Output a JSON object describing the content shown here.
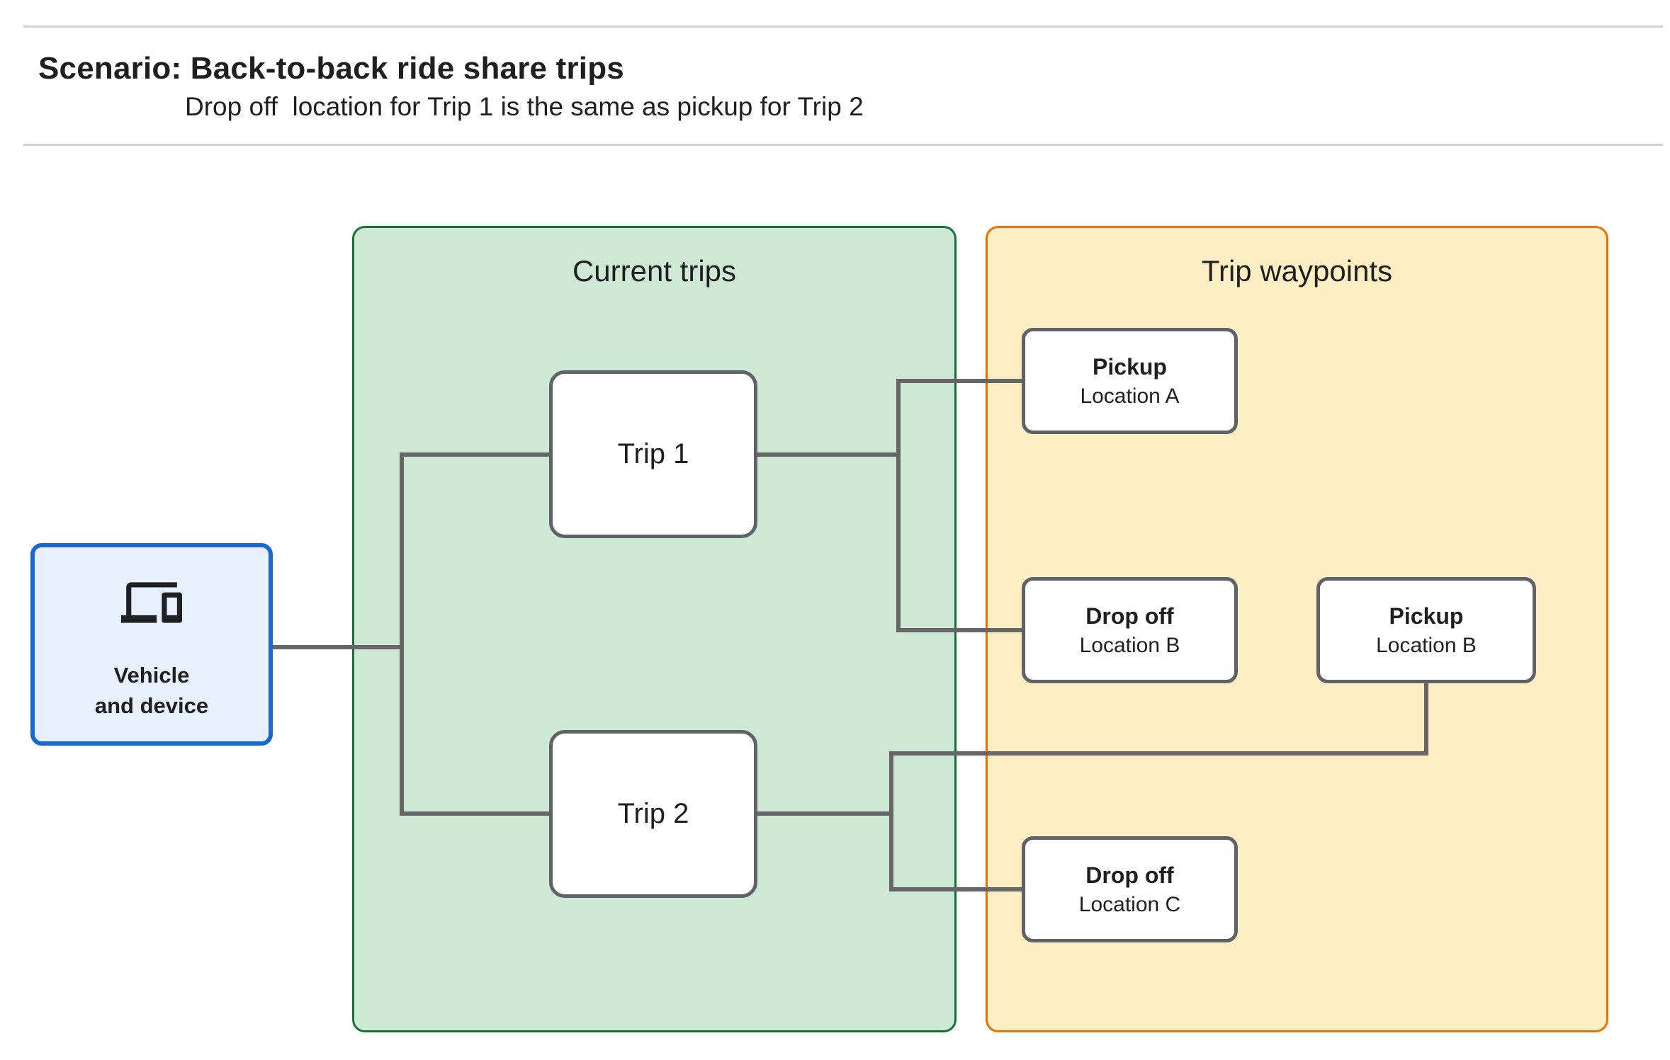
{
  "header": {
    "title": "Scenario: Back-to-back ride share trips",
    "subtitle": "Drop off  location for Trip 1 is the same as pickup for Trip 2"
  },
  "vehicle": {
    "label": "Vehicle\nand device",
    "icon": "devices-icon"
  },
  "panels": {
    "current_trips": {
      "title": "Current trips",
      "trips": [
        {
          "label": "Trip 1"
        },
        {
          "label": "Trip 2"
        }
      ]
    },
    "trip_waypoints": {
      "title": "Trip waypoints",
      "waypoints": [
        {
          "type": "Pickup",
          "location": "Location A"
        },
        {
          "type": "Drop off",
          "location": "Location B"
        },
        {
          "type": "Pickup",
          "location": "Location B"
        },
        {
          "type": "Drop off",
          "location": "Location C"
        }
      ]
    }
  },
  "colors": {
    "page_bg": "#ffffff",
    "divider": "#d2d2d2",
    "text": "#1f1f1f",
    "connector": "#666666",
    "node_border": "#5f6368",
    "node_fill": "#ffffff",
    "current_trips_fill": "#cee8d6",
    "current_trips_border": "#137333",
    "waypoints_fill": "#fdefc3",
    "waypoints_border": "#e8710a",
    "vehicle_fill": "#e8f0fe",
    "vehicle_border": "#1967d2",
    "icon": "#202124"
  }
}
